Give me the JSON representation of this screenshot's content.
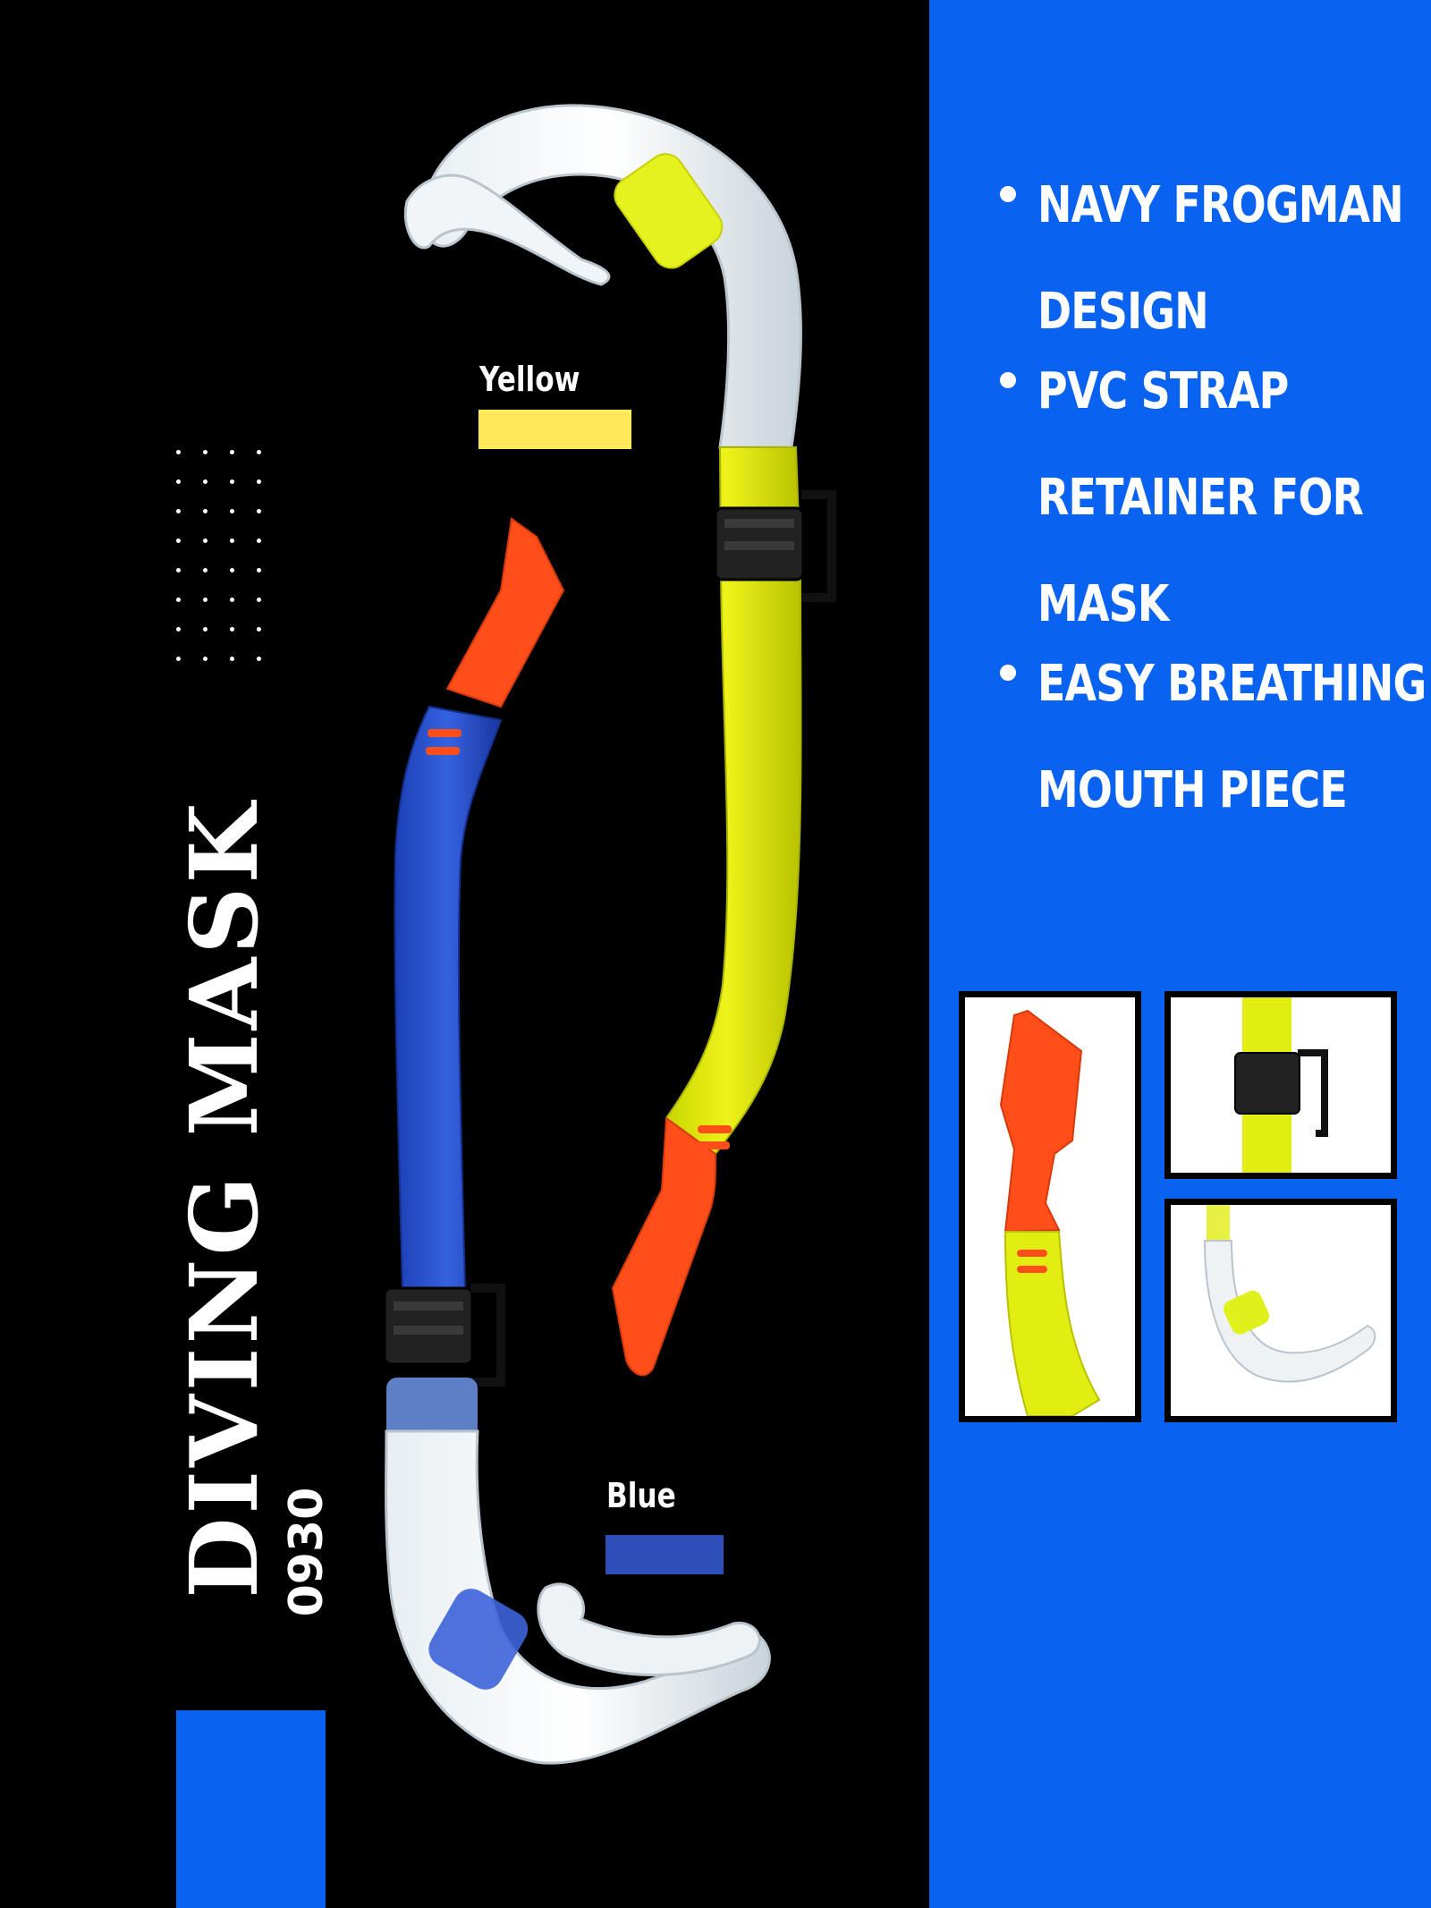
{
  "title": "DIVING MASK",
  "model_code": "0930",
  "colors": {
    "background": "#000000",
    "brand_blue": "#0a63f0",
    "yellow_swatch": "#fde95a",
    "blue_swatch": "#2f4fb8"
  },
  "variants": [
    {
      "label": "Yellow"
    },
    {
      "label": "Blue"
    }
  ],
  "features": [
    "NAVY FROGMAN DESIGN",
    "PVC STRAP RETAINER FOR MASK",
    "EASY BREATHING MOUTH PIECE"
  ],
  "thumbnails": [
    {
      "icon": "mouthpiece-closeup-icon"
    },
    {
      "icon": "strap-clip-closeup-icon"
    },
    {
      "icon": "snorkel-top-closeup-icon"
    }
  ]
}
